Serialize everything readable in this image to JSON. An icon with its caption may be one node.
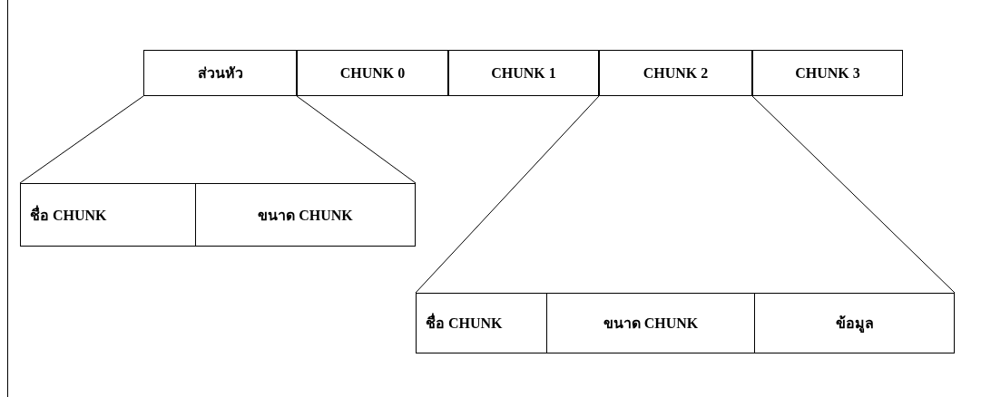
{
  "diagram": {
    "nodes": [
      {
        "text": [
          "ส่วนหัว"
        ]
      },
      {
        "text": [
          "CHUNK 0"
        ]
      },
      {
        "text": [
          "CHUNK 1"
        ]
      },
      {
        "text": [
          "CHUNK 2"
        ]
      },
      {
        "text": [
          "CHUNK 3"
        ]
      },
      {
        "text": [],
        "shape": "box"
      },
      {
        "text": [
          "ชื่อ CHUNK"
        ],
        "in": 5
      },
      {
        "text": [
          "ขนาด CHUNK"
        ],
        "in": 5
      },
      {
        "text": [],
        "shape": "box"
      },
      {
        "text": [
          "ชื่อ CHUNK"
        ],
        "in": 8
      },
      {
        "text": [
          "ขนาด CHUNK"
        ],
        "in": 8
      },
      {
        "text": [
          "ข้อมูล"
        ],
        "in": 8
      }
    ],
    "edges": [
      {
        "from": 0,
        "to": 5,
        "arrow": "none"
      },
      {
        "from": 0,
        "to": 5,
        "arrow": "none"
      },
      {
        "from": 3,
        "to": 8,
        "arrow": "none"
      },
      {
        "from": 3,
        "to": 8,
        "arrow": "none"
      }
    ]
  }
}
